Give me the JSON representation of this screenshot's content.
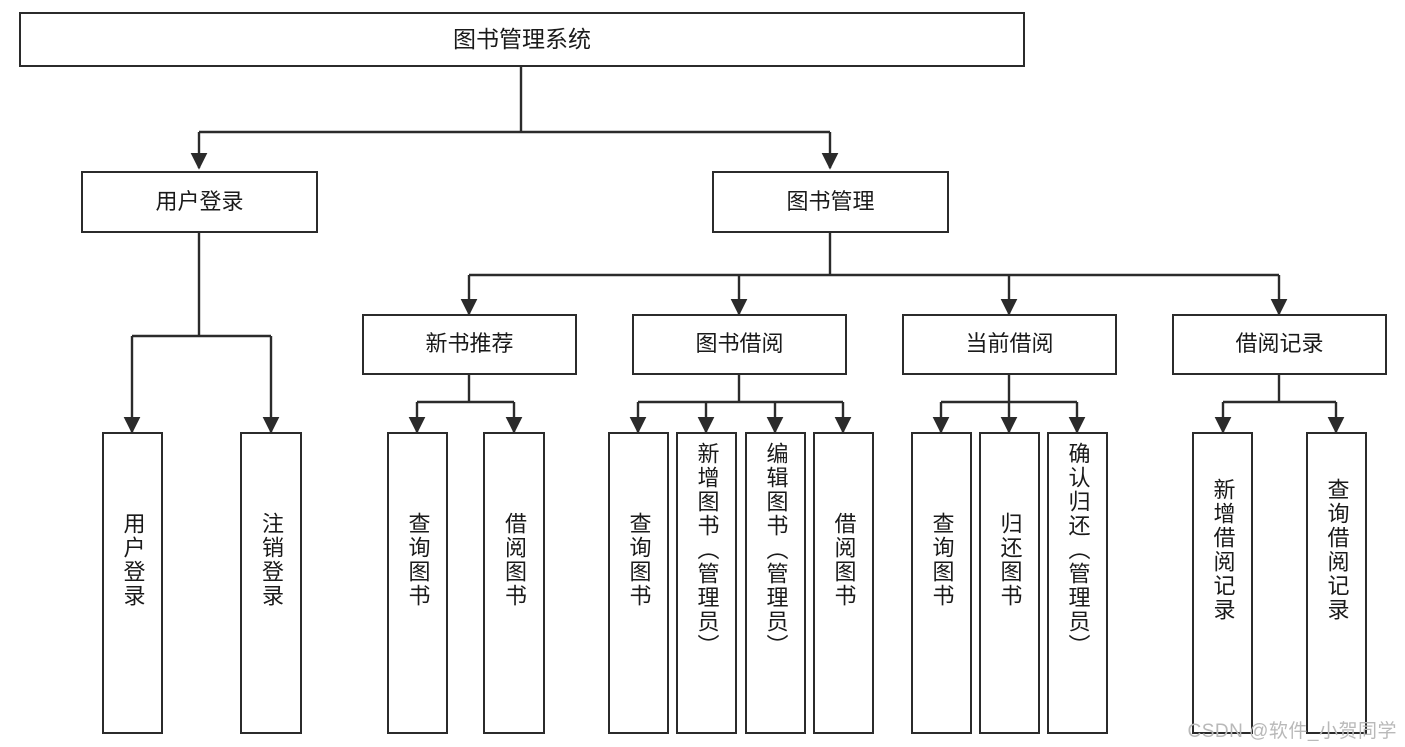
{
  "diagram": {
    "title": "图书管理系统",
    "type": "tree",
    "watermark": "CSDN @软件_小贺同学",
    "colors": {
      "box_border": "#2b2b2b",
      "box_fill": "#ffffff",
      "edge": "#2b2b2b",
      "text": "#1a1a1a",
      "watermark": "#b9b9b9"
    },
    "nodes": {
      "root": {
        "id": "root",
        "label": "图书管理系统",
        "level": 0,
        "orientation": "horizontal"
      },
      "l2": [
        {
          "id": "user-login",
          "label": "用户登录",
          "level": 1,
          "orientation": "horizontal"
        },
        {
          "id": "book-manage",
          "label": "图书管理",
          "level": 1,
          "orientation": "horizontal"
        },
        {
          "id": "new-book-rec",
          "label": "新书推荐",
          "level": 2,
          "orientation": "horizontal"
        },
        {
          "id": "book-borrow",
          "label": "图书借阅",
          "level": 2,
          "orientation": "horizontal"
        },
        {
          "id": "current-borrow",
          "label": "当前借阅",
          "level": 2,
          "orientation": "horizontal"
        },
        {
          "id": "borrow-record",
          "label": "借阅记录",
          "level": 2,
          "orientation": "horizontal"
        }
      ],
      "leaves": [
        {
          "id": "leaf-user-login",
          "label": "用户登录",
          "parent": "user-login",
          "orientation": "vertical"
        },
        {
          "id": "leaf-user-logout",
          "label": "注销登录",
          "parent": "user-login",
          "orientation": "vertical"
        },
        {
          "id": "leaf-query-book-1",
          "label": "查询图书",
          "parent": "new-book-rec",
          "orientation": "vertical"
        },
        {
          "id": "leaf-borrow-book-1",
          "label": "借阅图书",
          "parent": "new-book-rec",
          "orientation": "vertical"
        },
        {
          "id": "leaf-query-book-2",
          "label": "查询图书",
          "parent": "book-borrow",
          "orientation": "vertical"
        },
        {
          "id": "leaf-add-book",
          "label": "新增图书（管理员）",
          "parent": "book-borrow",
          "orientation": "vertical"
        },
        {
          "id": "leaf-edit-book",
          "label": "编辑图书（管理员）",
          "parent": "book-borrow",
          "orientation": "vertical"
        },
        {
          "id": "leaf-borrow-book-2",
          "label": "借阅图书",
          "parent": "book-borrow",
          "orientation": "vertical"
        },
        {
          "id": "leaf-query-book-3",
          "label": "查询图书",
          "parent": "current-borrow",
          "orientation": "vertical"
        },
        {
          "id": "leaf-return-book",
          "label": "归还图书",
          "parent": "current-borrow",
          "orientation": "vertical"
        },
        {
          "id": "leaf-confirm-return",
          "label": "确认归还（管理员）",
          "parent": "current-borrow",
          "orientation": "vertical"
        },
        {
          "id": "leaf-add-record",
          "label": "新增借阅记录",
          "parent": "borrow-record",
          "orientation": "vertical"
        },
        {
          "id": "leaf-query-record",
          "label": "查询借阅记录",
          "parent": "borrow-record",
          "orientation": "vertical"
        }
      ]
    }
  }
}
